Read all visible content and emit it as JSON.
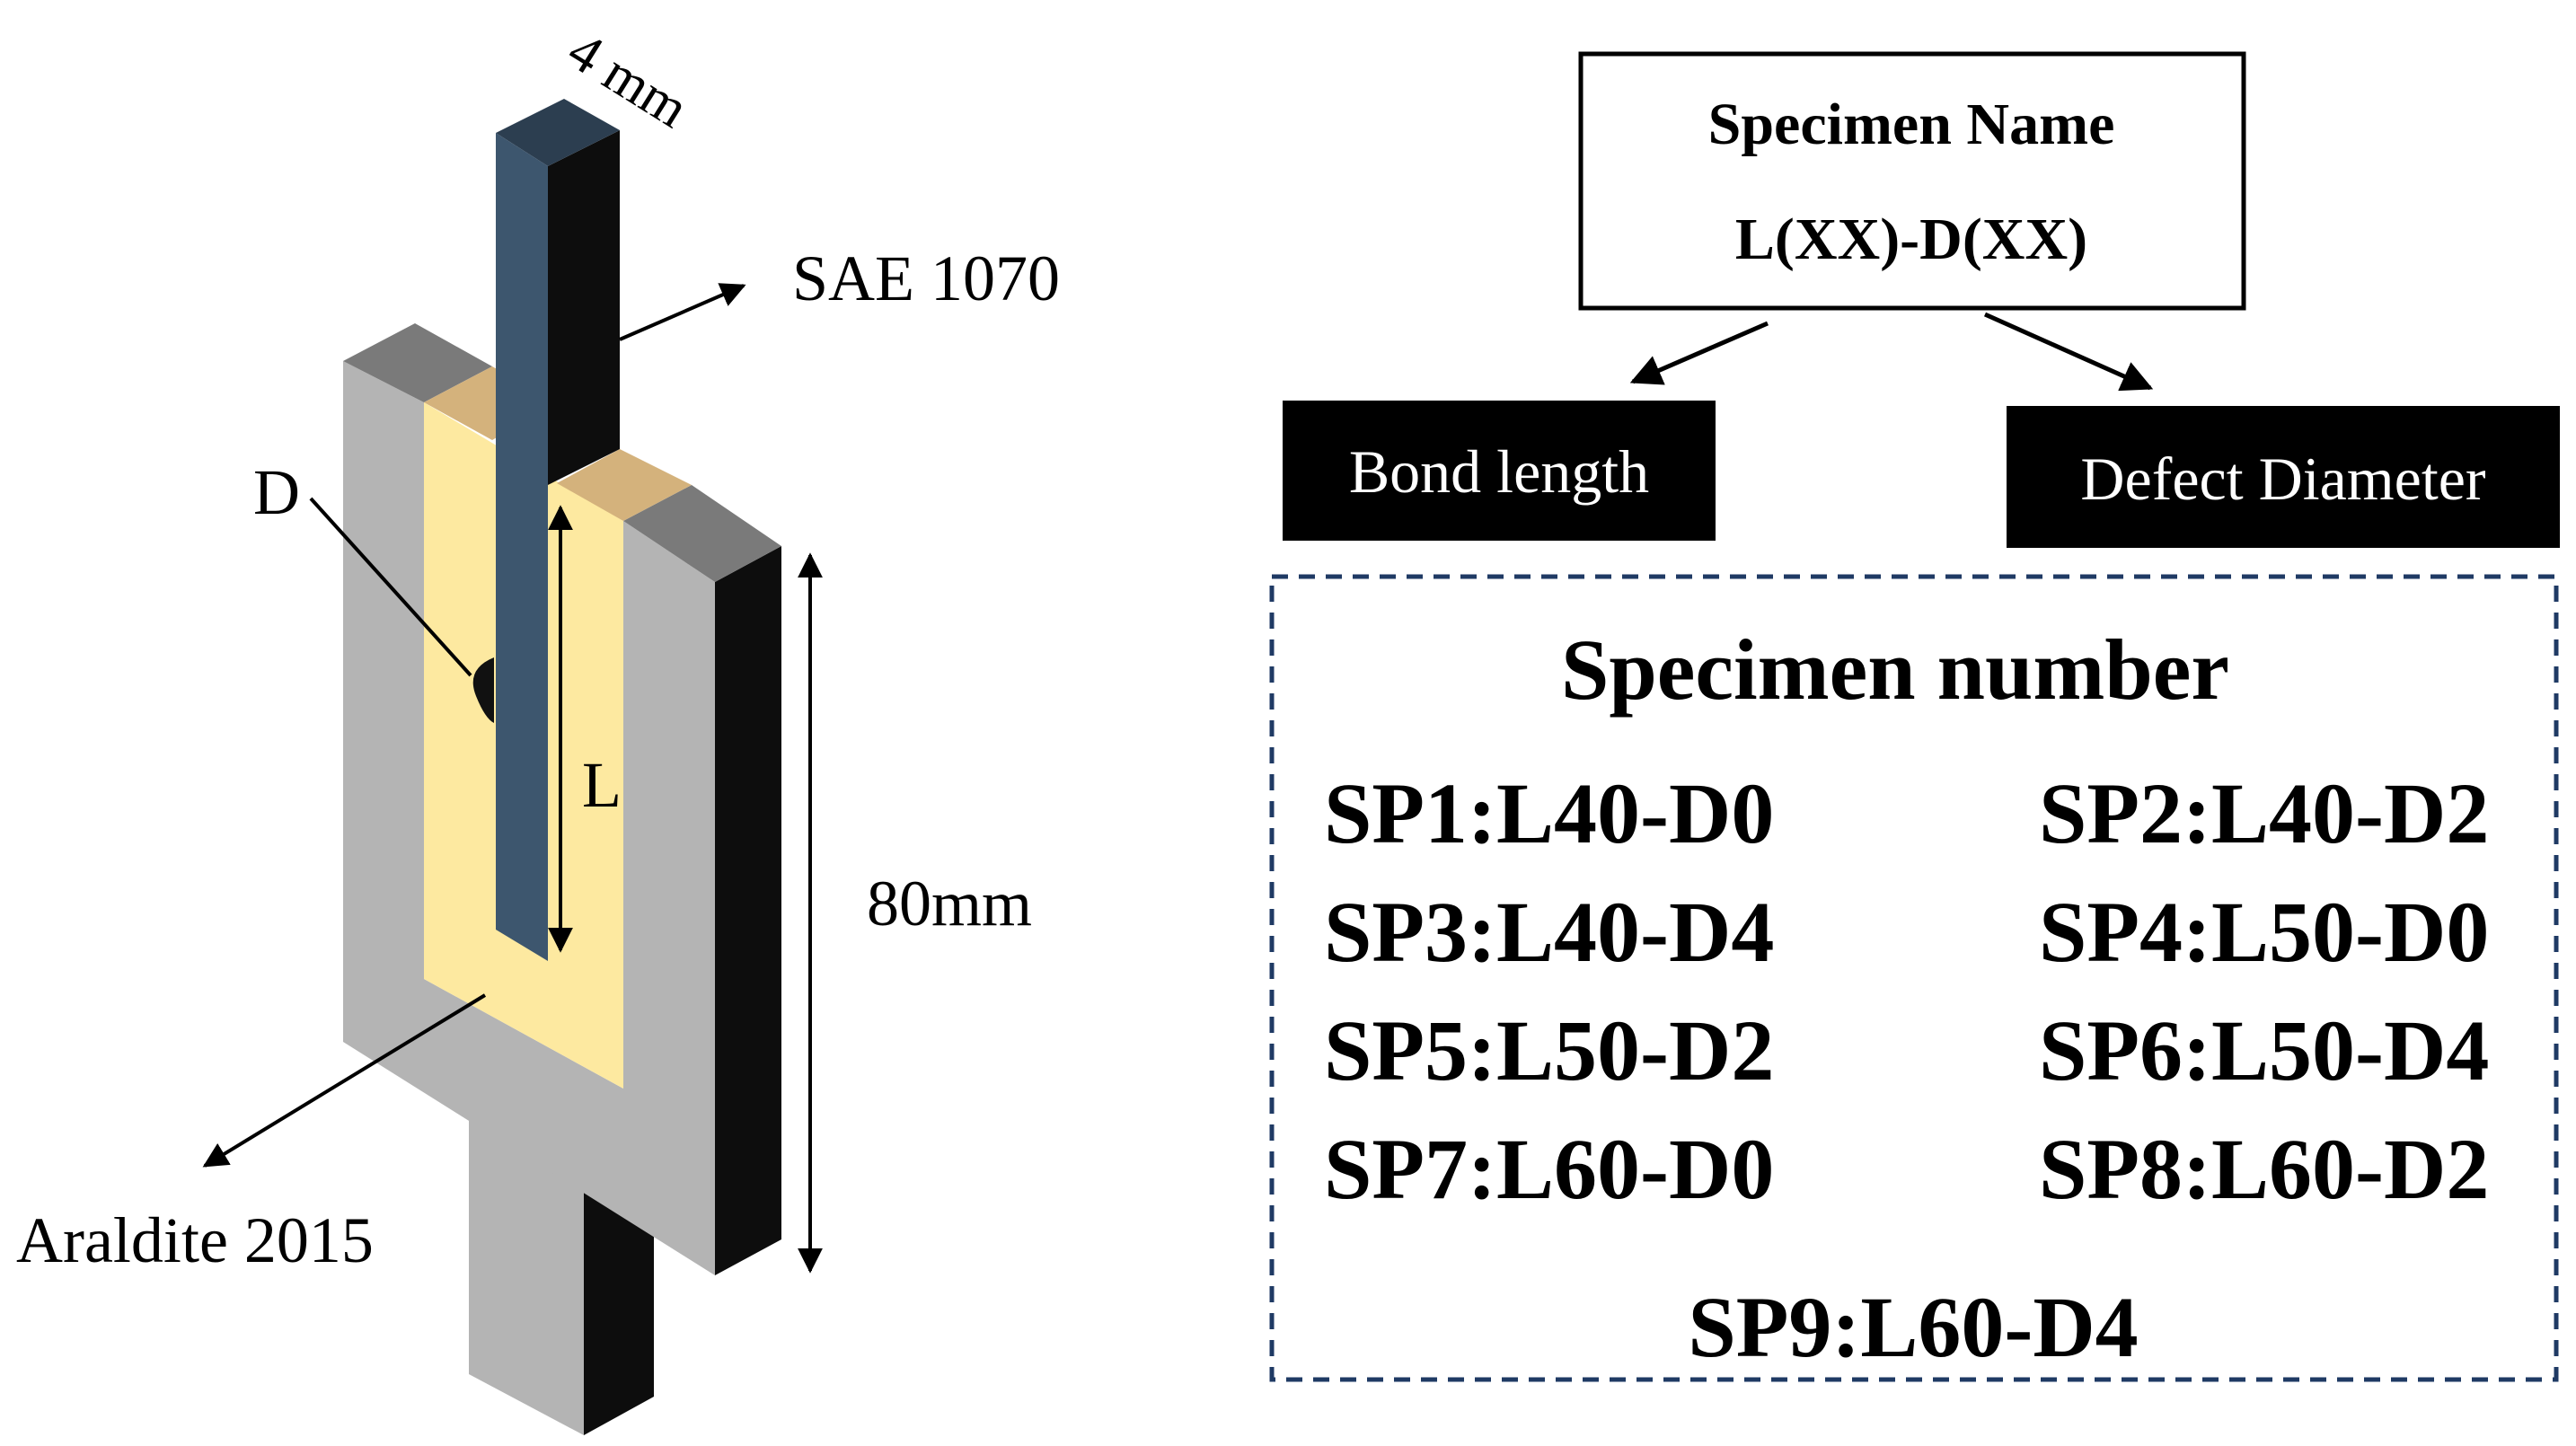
{
  "specimen_sketch": {
    "dim_width": "4 mm",
    "label_adherend": "SAE 1070",
    "label_defect": "D",
    "label_bond_length": "L",
    "dim_height": "80mm",
    "label_adhesive": "Araldite 2015"
  },
  "naming": {
    "box_title": "Specimen Name",
    "box_format": "L(XX)-D(XX)",
    "left_tag": "Bond length",
    "right_tag": "Defect Diameter"
  },
  "specimen_list": {
    "title": "Specimen number",
    "items": [
      "SP1:L40-D0",
      "SP2:L40-D2",
      "SP3:L40-D4",
      "SP4:L50-D0",
      "SP5:L50-D2",
      "SP6:L50-D4",
      "SP7:L60-D0",
      "SP8:L60-D2",
      "SP9:L60-D4"
    ]
  },
  "colors": {
    "steel_face": "#3d566e",
    "adhesive": "#fde9a0",
    "adhesive_top": "#d4b27c",
    "holder_face": "#b4b4b4",
    "holder_top": "#7a7a7a",
    "dark_side": "#0d0d0d",
    "dashed_border": "#1f3a64"
  }
}
